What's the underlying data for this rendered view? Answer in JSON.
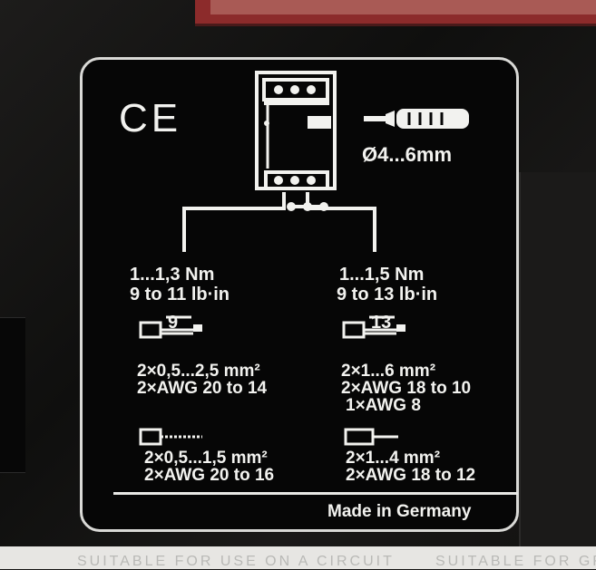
{
  "label": {
    "ce_mark": "CE",
    "screwdriver_size": "Ø4...6mm",
    "left_column": {
      "torque_nm": "1...1,3 Nm",
      "torque_lbin": "9 to 11 lb·in",
      "strip_length": "9",
      "ferrule_wire_metric": "2×0,5...2,5 mm²",
      "ferrule_wire_awg": "2×AWG 20 to 14",
      "sleeve_wire_metric": "2×0,5...1,5 mm²",
      "sleeve_wire_awg": "2×AWG 20 to 16"
    },
    "right_column": {
      "torque_nm": "1...1,5 Nm",
      "torque_lbin": "9 to 13 lb·in",
      "strip_length": "13",
      "ferrule_wire_metric": "2×1...6 mm²",
      "ferrule_wire_awg": "2×AWG 18 to 10",
      "ferrule_wire_awg_single": "1×AWG 8",
      "sleeve_wire_metric": "2×1...4 mm²",
      "sleeve_wire_awg": "2×AWG 18 to 12"
    },
    "origin": "Made in Germany"
  },
  "housing_text": {
    "bottom_left": "SUITABLE FOR USE ON A CIRCUIT",
    "bottom_right": "SUITABLE FOR GR"
  },
  "colors": {
    "label_background": "#060606",
    "label_print": "#f2f2ef",
    "housing_red": "#8c2b2b"
  }
}
